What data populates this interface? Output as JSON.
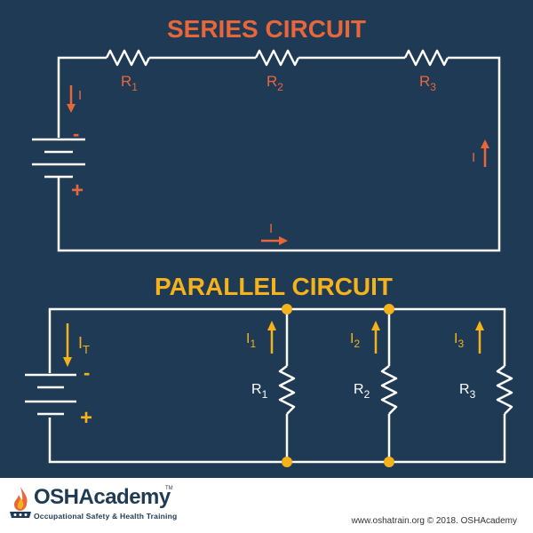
{
  "series": {
    "title": "SERIES CIRCUIT",
    "resistors": [
      {
        "name": "R",
        "sub": "1"
      },
      {
        "name": "R",
        "sub": "2"
      },
      {
        "name": "R",
        "sub": "3"
      }
    ],
    "current_label": "I",
    "battery_minus": "-",
    "battery_plus": "+"
  },
  "parallel": {
    "title": "PARALLEL CIRCUIT",
    "total_current": {
      "name": "I",
      "sub": "T"
    },
    "branches": [
      {
        "current": "I",
        "current_sub": "1",
        "resistor": "R",
        "resistor_sub": "1"
      },
      {
        "current": "I",
        "current_sub": "2",
        "resistor": "R",
        "resistor_sub": "2"
      },
      {
        "current": "I",
        "current_sub": "3",
        "resistor": "R",
        "resistor_sub": "3"
      }
    ],
    "battery_minus": "-",
    "battery_plus": "+"
  },
  "colors": {
    "background": "#1f3a55",
    "wire": "#ffffff",
    "series_accent": "#e8673a",
    "parallel_accent": "#f6b21b",
    "footer_bg": "#ffffff",
    "logo_text": "#1f3a55"
  },
  "footer": {
    "logo_name": "OSHAcademy",
    "logo_tm": "TM",
    "logo_tagline": "Occupational Safety & Health Training",
    "credit": "www.oshatrain.org © 2018. OSHAcademy"
  }
}
